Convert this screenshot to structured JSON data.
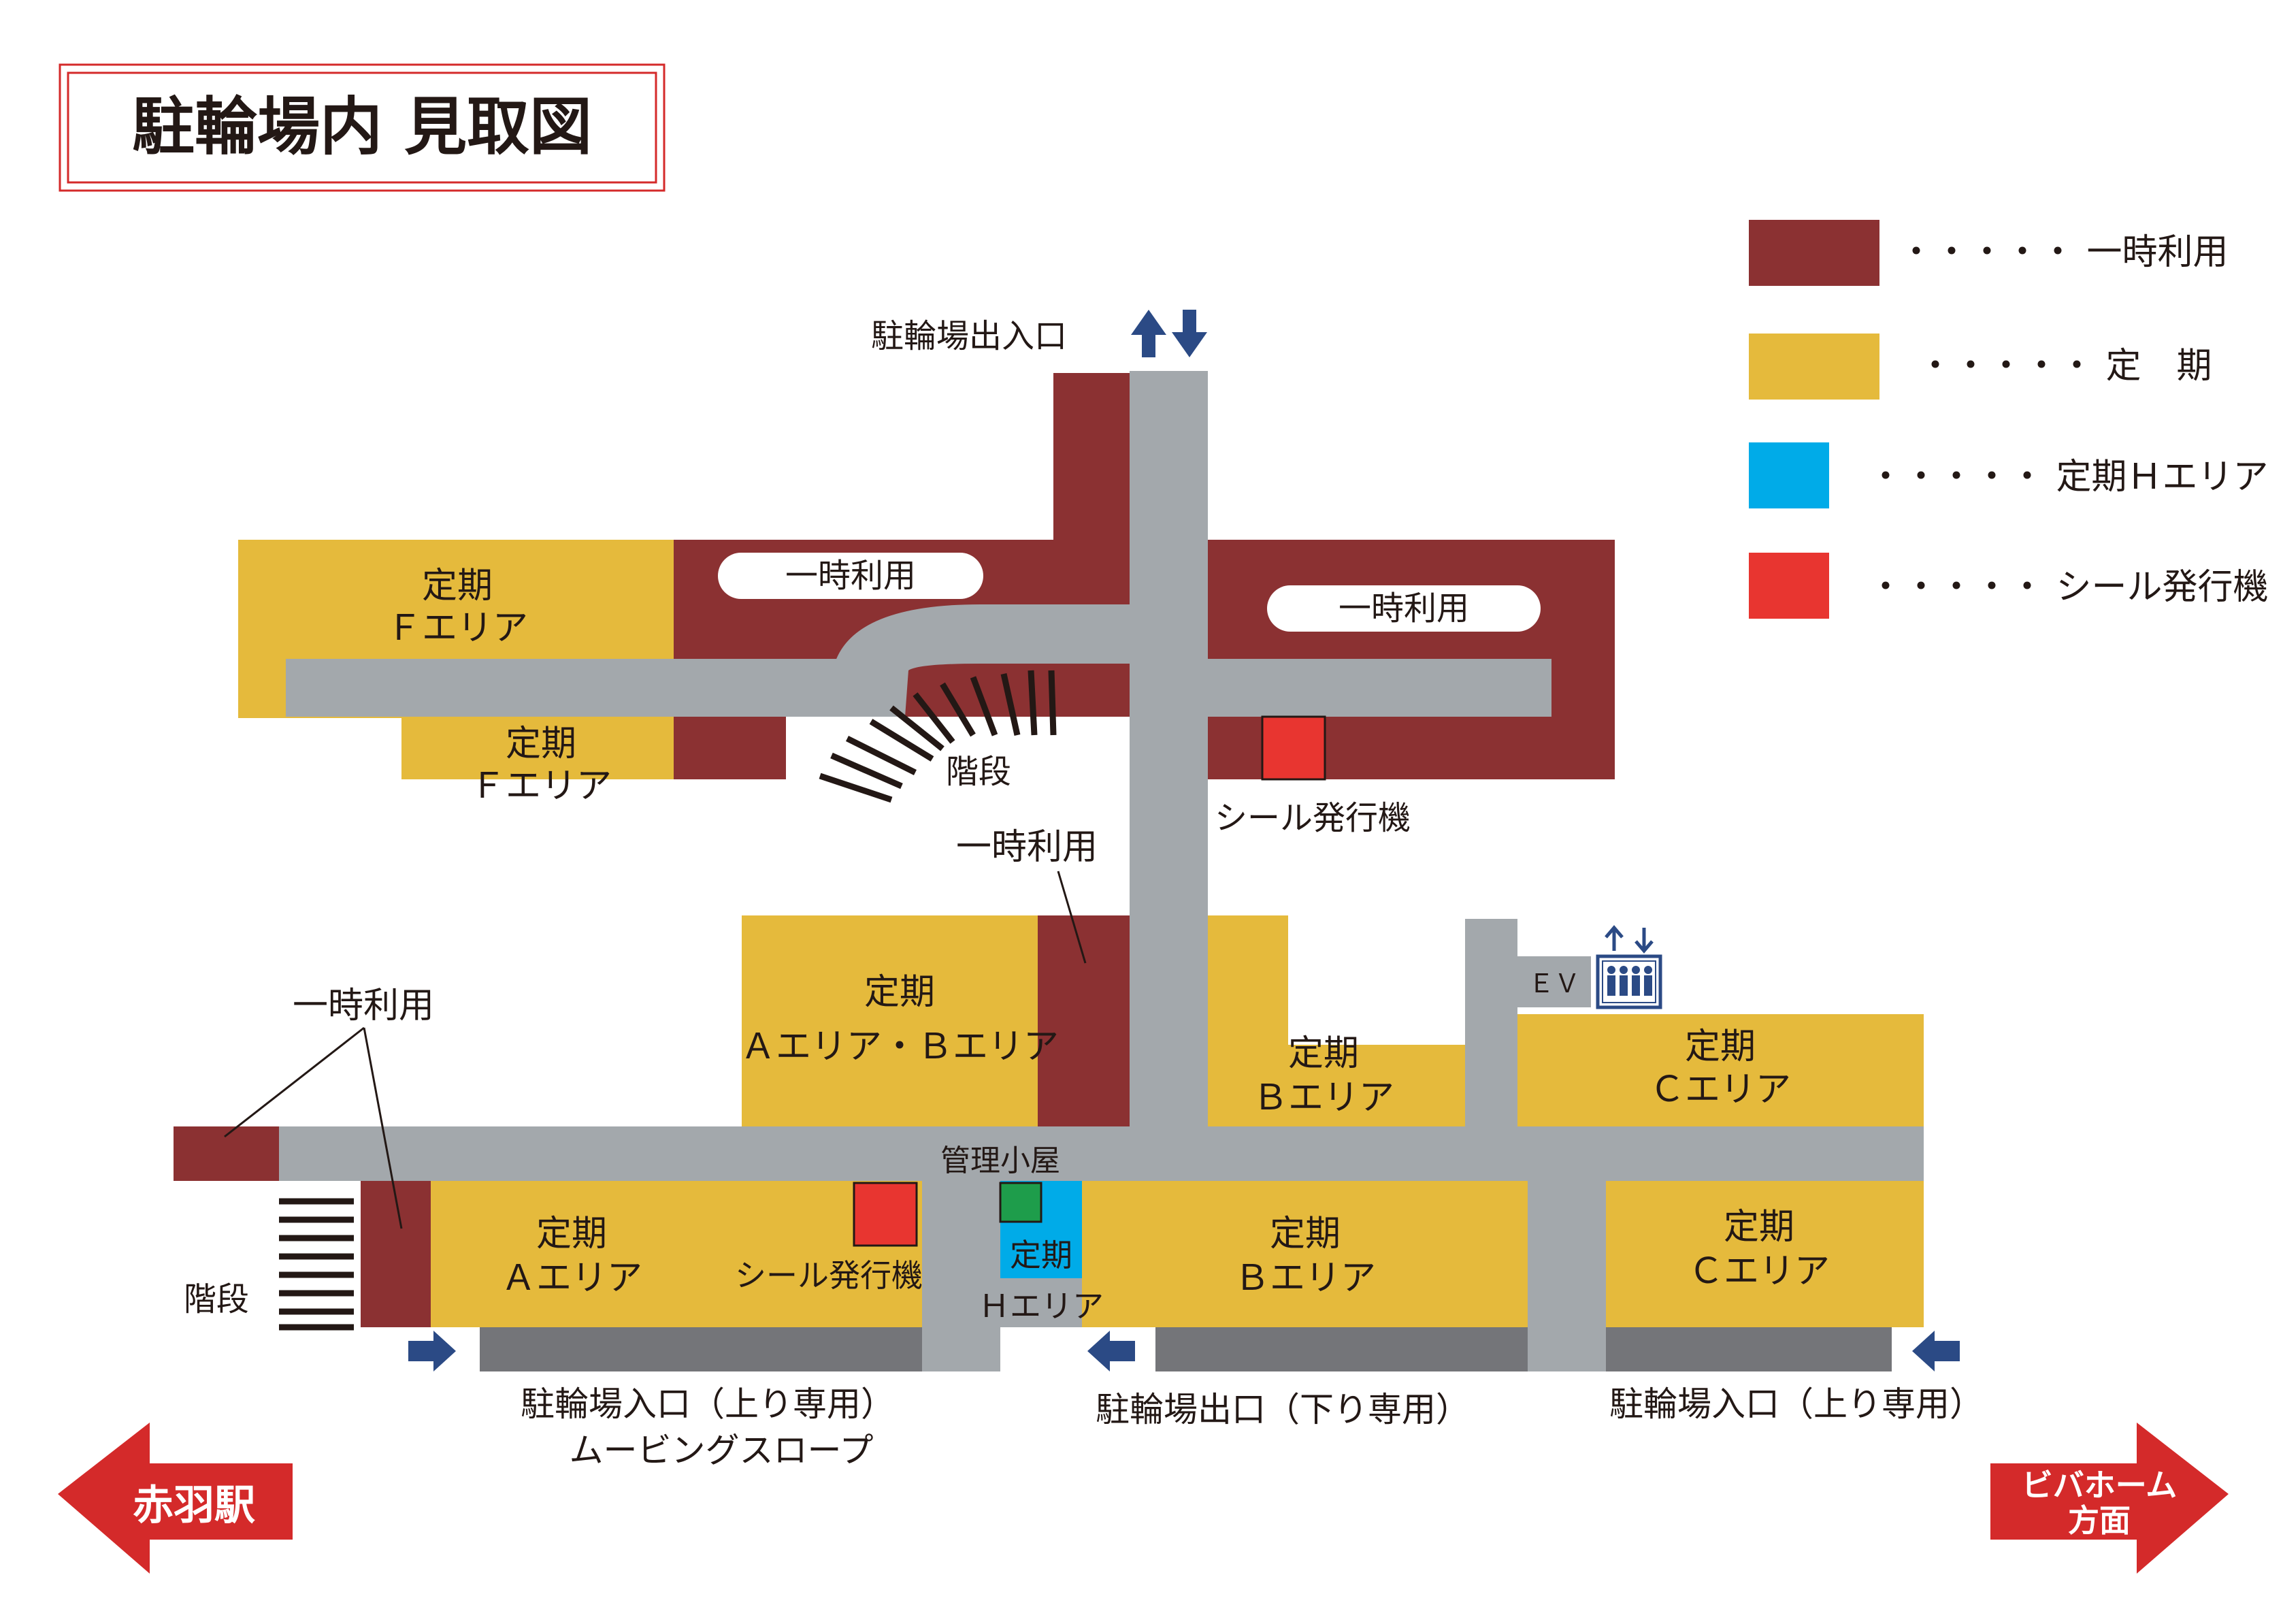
{
  "title": "駐輪場内 見取図",
  "colors": {
    "temporary": "#8B3132",
    "regular": "#E5BA3C",
    "h_area": "#00ABE8",
    "sticker": "#E83530",
    "aisle": "#A3A8AC",
    "dark_strip": "#747579",
    "arrow_blue": "#2B4A85",
    "direction_red": "#D42A2A",
    "office_green": "#1E9D4B"
  },
  "legend": [
    {
      "key": "temporary",
      "label": "・・・・・  一時利用"
    },
    {
      "key": "regular",
      "label": "・・・・・  定　期"
    },
    {
      "key": "h_area",
      "label": "・・・・・  定期Ｈエリア"
    },
    {
      "key": "sticker",
      "label": "・・・・・  シール発行機"
    }
  ],
  "labels": {
    "main_entrance": "駐輪場出入口",
    "f_area_1a": "定期",
    "f_area_1b": "Ｆエリア",
    "f_area_2a": "定期",
    "f_area_2b": "Ｆエリア",
    "temp_pill_left": "一時利用",
    "temp_pill_right": "一時利用",
    "stairs_upper": "階段",
    "sticker_upper": "シール発行機",
    "temp_mid": "一時利用",
    "ab_area_a": "定期",
    "ab_area_b": "Ａエリア・Ｂエリア",
    "b_area_upper_a": "定期",
    "b_area_upper_b": "Ｂエリア",
    "ev": "ＥＶ",
    "c_area_upper_a": "定期",
    "c_area_upper_b": "Ｃエリア",
    "temp_left": "一時利用",
    "office": "管理小屋",
    "a_area_a": "定期",
    "a_area_b": "Ａエリア",
    "sticker_lower": "シール発行機",
    "h_area_a": "定期",
    "h_area_b": "Ｈエリア",
    "b_area_lower_a": "定期",
    "b_area_lower_b": "Ｂエリア",
    "c_area_lower_a": "定期",
    "c_area_lower_b": "Ｃエリア",
    "stairs_lower": "階段",
    "entrance_up_1": "駐輪場入口（上り専用）",
    "moving_slope": "ムービングスロープ",
    "exit_down": "駐輪場出口（下り専用）",
    "entrance_up_2": "駐輪場入口（上り専用）"
  },
  "directions": {
    "left": "赤羽駅",
    "right_1": "ビバホーム",
    "right_2": "方面"
  }
}
